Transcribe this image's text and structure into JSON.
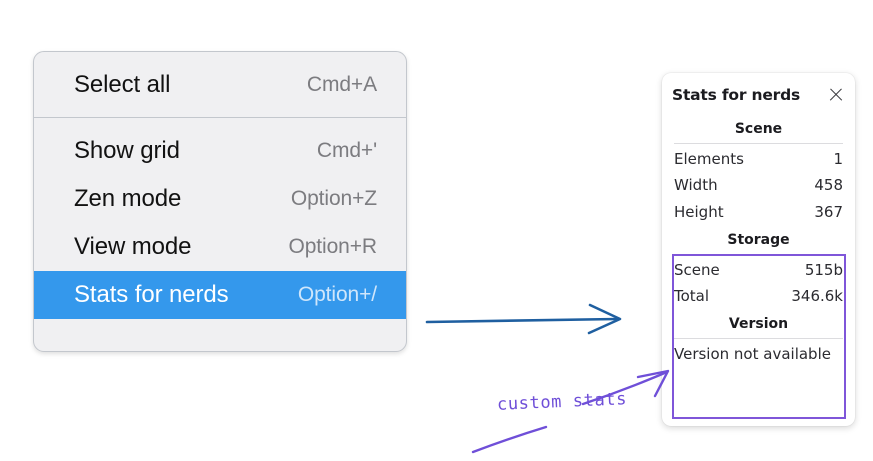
{
  "context_menu": {
    "groups": [
      {
        "items": [
          {
            "label": "Select all",
            "shortcut": "Cmd+A",
            "selected": false
          }
        ]
      },
      {
        "items": [
          {
            "label": "Show grid",
            "shortcut": "Cmd+'",
            "selected": false
          },
          {
            "label": "Zen mode",
            "shortcut": "Option+Z",
            "selected": false
          },
          {
            "label": "View mode",
            "shortcut": "Option+R",
            "selected": false
          },
          {
            "label": "Stats for nerds",
            "shortcut": "Option+/",
            "selected": true
          }
        ]
      }
    ],
    "highlight_color": "#3498ec"
  },
  "stats_panel": {
    "title": "Stats for nerds",
    "close_icon": "close-icon",
    "sections": [
      {
        "heading": "Scene",
        "rows": [
          {
            "label": "Elements",
            "value": "1"
          },
          {
            "label": "Width",
            "value": "458"
          },
          {
            "label": "Height",
            "value": "367"
          }
        ]
      },
      {
        "heading": "Storage",
        "rows": [
          {
            "label": "Scene",
            "value": "515b"
          },
          {
            "label": "Total",
            "value": "346.6k"
          }
        ]
      },
      {
        "heading": "Version",
        "text_row": "Version not available"
      }
    ],
    "highlight_box_color": "#7f56d9"
  },
  "annotations": {
    "handwritten_note": "custom stats",
    "note_color": "#6f4fd8",
    "pointer_arrow_color": "#1f5fa0"
  }
}
